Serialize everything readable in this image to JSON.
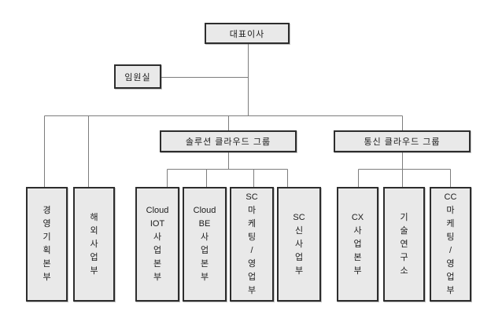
{
  "org_chart": {
    "root": {
      "label": "대표이사"
    },
    "staff": {
      "label": "임원실"
    },
    "groups": [
      {
        "id": "solution-cloud-group",
        "label": "솔루션 클라우드 그룹"
      },
      {
        "id": "telecom-cloud-group",
        "label": "통신 클라우드 그룹"
      }
    ],
    "departments": [
      {
        "id": "management-planning-hq",
        "label": "경영기획본부",
        "parent": "대표이사",
        "lines": [
          "경",
          "영",
          "기",
          "획",
          "본",
          "부"
        ]
      },
      {
        "id": "overseas-business-dept",
        "label": "해외사업부",
        "parent": "대표이사",
        "lines": [
          "해",
          "외",
          "사",
          "업",
          "부"
        ]
      },
      {
        "id": "cloud-iot-business-hq",
        "label": "Cloud IOT 사업본부",
        "parent": "솔루션 클라우드 그룹",
        "lines": [
          "Cloud",
          "IOT",
          "사",
          "업",
          "본",
          "부"
        ]
      },
      {
        "id": "cloud-be-business-hq",
        "label": "Cloud BE 사업본부",
        "parent": "솔루션 클라우드 그룹",
        "lines": [
          "Cloud",
          "BE",
          "사",
          "업",
          "본",
          "부"
        ]
      },
      {
        "id": "sc-marketing-sales-dept",
        "label": "SC 마케팅/영업부",
        "parent": "솔루션 클라우드 그룹",
        "lines": [
          "SC",
          "마",
          "케",
          "팅",
          "/",
          "영",
          "업",
          "부"
        ]
      },
      {
        "id": "sc-new-business-dept",
        "label": "SC 신사업부",
        "parent": "솔루션 클라우드 그룹",
        "lines": [
          "SC",
          "신",
          "사",
          "업",
          "부"
        ]
      },
      {
        "id": "cx-business-hq",
        "label": "CX 사업본부",
        "parent": "통신 클라우드 그룹",
        "lines": [
          "CX",
          "사",
          "업",
          "본",
          "부"
        ]
      },
      {
        "id": "technology-research-institute",
        "label": "기술연구소",
        "parent": "통신 클라우드 그룹",
        "lines": [
          "기",
          "술",
          "연",
          "구",
          "소"
        ]
      },
      {
        "id": "cc-marketing-sales-dept",
        "label": "CC 마케팅/영업부",
        "parent": "통신 클라우드 그룹",
        "lines": [
          "CC",
          "마",
          "케",
          "팅",
          "/",
          "영",
          "업",
          "부"
        ]
      }
    ],
    "colors": {
      "background": "#ffffff",
      "box_fill": "#e9e9e9",
      "box_border": "#2d2d2d",
      "connector_line": "#7d7d7d"
    }
  }
}
